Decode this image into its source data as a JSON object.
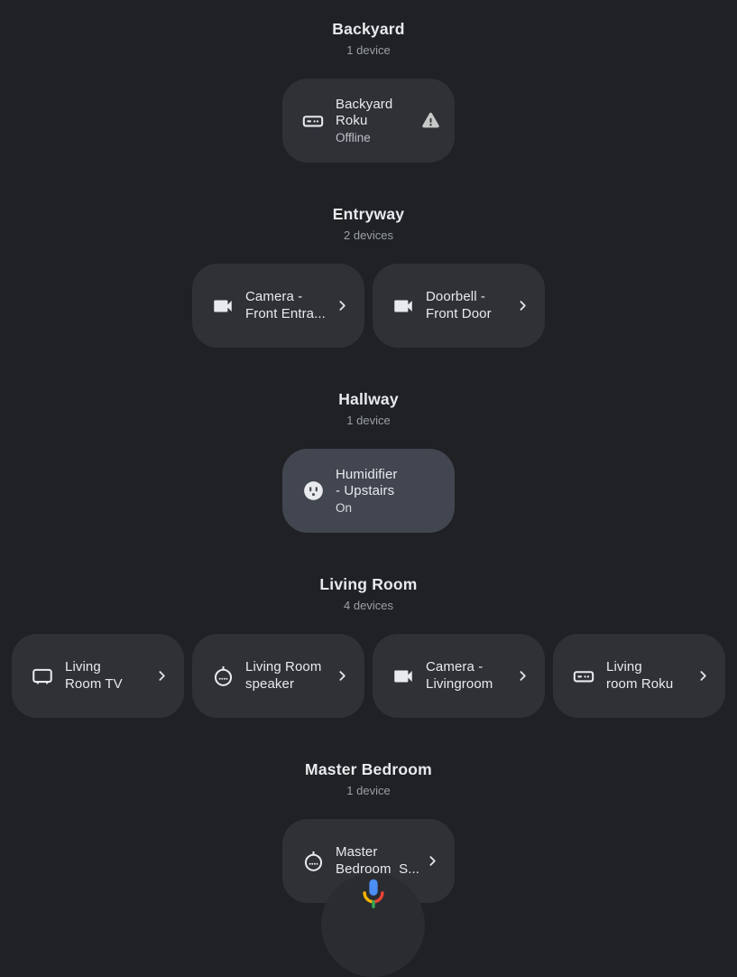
{
  "colors": {
    "page_bg": "#1f2124",
    "card_bg": "#2f3137",
    "card_on_bg": "#424650",
    "text_primary": "#e8eaed",
    "text_secondary": "#9aa0a6",
    "status_text": "#bdc1c6",
    "warning_icon": "#c6c9c7",
    "mic_blue": "#4c8df6",
    "mic_yellow": "#f4b400",
    "mic_red": "#ea4335",
    "mic_green": "#34a853",
    "mic_button_bg": "#2a2c30"
  },
  "rooms": [
    {
      "name": "Backyard",
      "count_label": "1 device",
      "devices": [
        {
          "name": "Backyard Roku",
          "display": "Backyard\nRoku",
          "status": "Offline",
          "icon": "remote-icon",
          "trailing": "warning-icon",
          "on": false
        }
      ]
    },
    {
      "name": "Entryway",
      "count_label": "2 devices",
      "devices": [
        {
          "name": "Camera - Front Entra...",
          "display": "Camera -\nFront Entra...",
          "icon": "videocam-icon",
          "trailing": "chevron-right-icon",
          "on": false
        },
        {
          "name": "Doorbell - Front Door",
          "display": "Doorbell -\nFront Door",
          "icon": "videocam-icon",
          "trailing": "chevron-right-icon",
          "on": false
        }
      ]
    },
    {
      "name": "Hallway",
      "count_label": "1 device",
      "devices": [
        {
          "name": "Humidifier - Upstairs",
          "display": "Humidifier\n- Upstairs",
          "status": "On",
          "icon": "outlet-icon",
          "trailing": null,
          "on": true
        }
      ]
    },
    {
      "name": "Living Room",
      "count_label": "4 devices",
      "devices": [
        {
          "name": "Living Room TV",
          "display": "Living\nRoom TV",
          "icon": "tv-icon",
          "trailing": "chevron-right-icon",
          "on": false
        },
        {
          "name": "Living Room speaker",
          "display": "Living Room\nspeaker",
          "icon": "speaker-icon",
          "trailing": "chevron-right-icon",
          "on": false
        },
        {
          "name": "Camera - Livingroom",
          "display": "Camera -\nLivingroom",
          "icon": "videocam-icon",
          "trailing": "chevron-right-icon",
          "on": false
        },
        {
          "name": "Living room Roku",
          "display": "Living\nroom Roku",
          "icon": "remote-icon",
          "trailing": "chevron-right-icon",
          "on": false
        }
      ]
    },
    {
      "name": "Master Bedroom",
      "count_label": "1 device",
      "devices": [
        {
          "name": "Master Bedroom  S...",
          "display": "Master\nBedroom  S...",
          "icon": "speaker-icon",
          "trailing": "chevron-right-icon",
          "on": false
        }
      ]
    }
  ],
  "assistant": {
    "mic_icon": "google-mic-icon"
  }
}
